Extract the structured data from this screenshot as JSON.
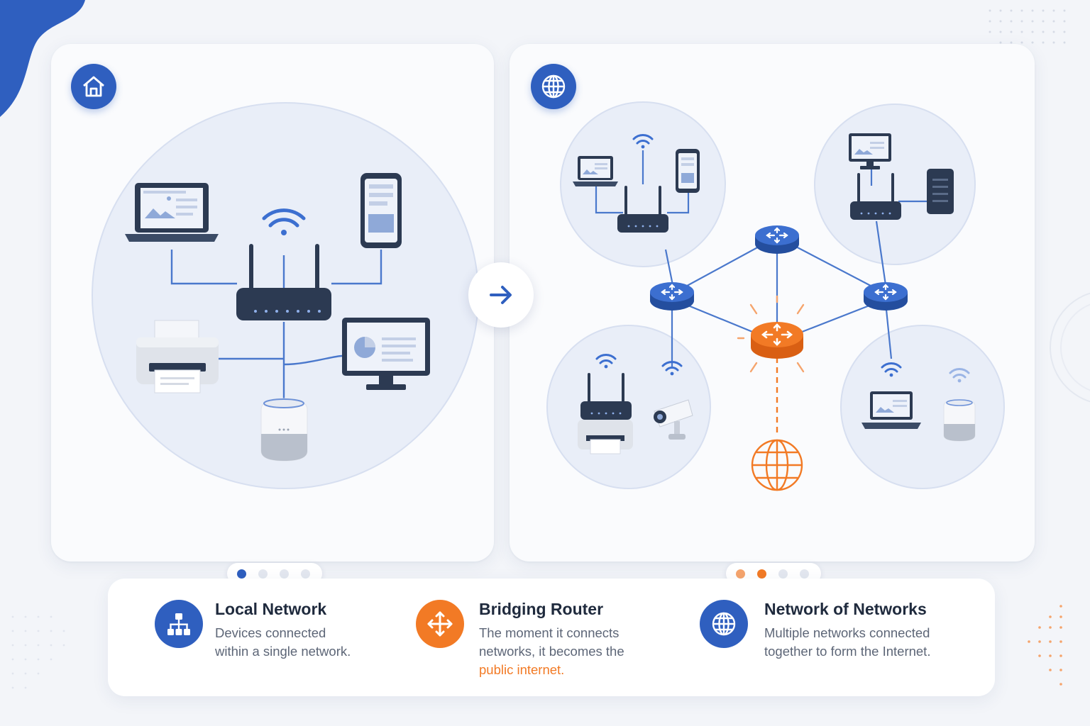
{
  "panels": {
    "left": {
      "badge_icon": "home-icon",
      "pager": {
        "count": 4,
        "active": [
          0
        ],
        "active_color": "#2f5fbf"
      }
    },
    "right": {
      "badge_icon": "globe-icon",
      "pager": {
        "count": 4,
        "active": [
          0,
          1
        ],
        "active_color": "#f27a25"
      }
    }
  },
  "transition_icon": "arrow-right-icon",
  "colors": {
    "accent_blue": "#2f5fbf",
    "accent_orange": "#f27a25",
    "device_dark": "#2c3a52"
  },
  "legend": {
    "local": {
      "icon": "hierarchy-icon",
      "title": "Local Network",
      "line1": "Devices connected",
      "line2": "within a single network."
    },
    "bridge": {
      "icon": "router-arrows-icon",
      "title": "Bridging Router",
      "line1": "The moment it connects",
      "line2": "networks, it becomes the",
      "highlight": "public internet."
    },
    "networks": {
      "icon": "globe-icon",
      "title": "Network of Networks",
      "line1": "Multiple networks connected",
      "line2": "together to form the Internet."
    }
  }
}
